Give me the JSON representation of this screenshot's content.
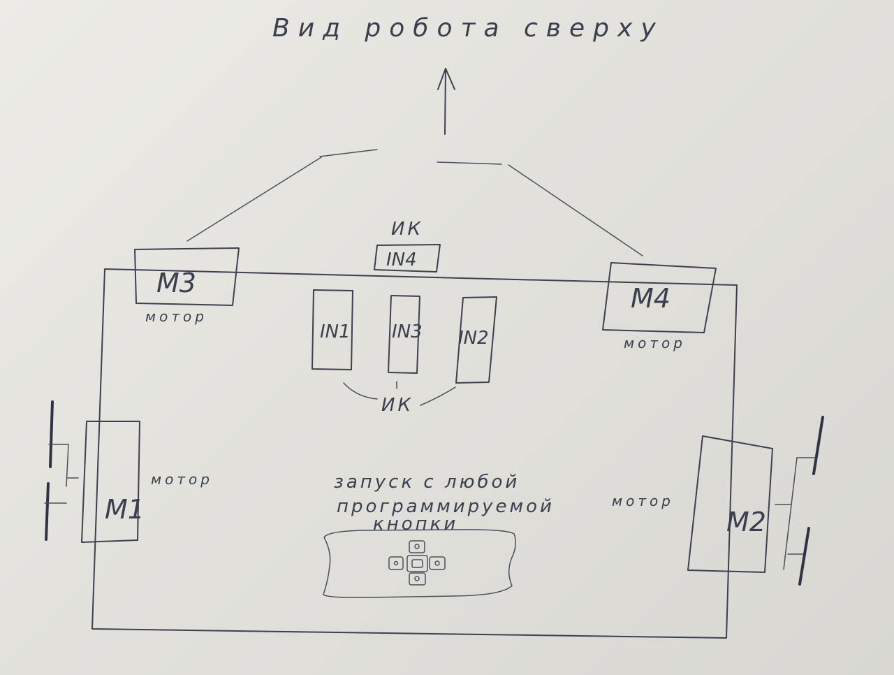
{
  "title": "Вид робота сверху",
  "motors": {
    "m3": {
      "label": "M3",
      "caption": "мотор"
    },
    "m4": {
      "label": "M4",
      "caption": "мотор"
    },
    "m1": {
      "label": "M1",
      "caption": "мотор"
    },
    "m2": {
      "label": "M2",
      "caption": "мотор"
    }
  },
  "sensors": {
    "top_caption": "ИК",
    "in4": "IN4",
    "in1": "IN1",
    "in3": "IN3",
    "in2": "IN2",
    "bottom_caption": "ИК"
  },
  "start_note": {
    "line1": "запуск с любой",
    "line2": "программируемой",
    "line3": "кнопки"
  },
  "colors": {
    "paper": "#e6e5e0",
    "ink": "#3c4150"
  }
}
